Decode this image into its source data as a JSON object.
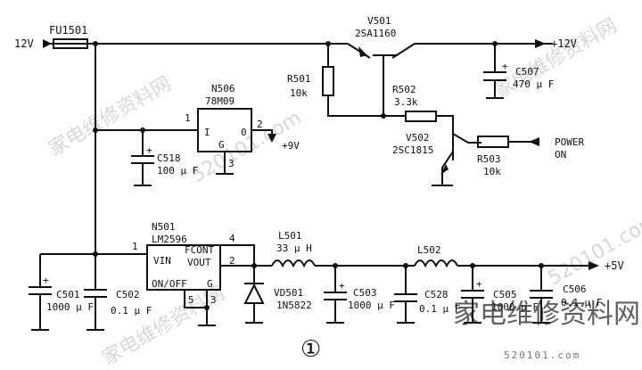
{
  "diagram_number": "①",
  "inputs": {
    "input_12v": "12V",
    "power_on_line1": "POWER",
    "power_on_line2": "ON"
  },
  "outputs": {
    "out_12v": "+12V",
    "out_9v": "+9V",
    "out_5v": "+5V"
  },
  "fuse": {
    "ref": "FU1501"
  },
  "v501": {
    "ref": "V501",
    "part": "2SA1160"
  },
  "v502": {
    "ref": "V502",
    "part": "2SC1815"
  },
  "r501": {
    "ref": "R501",
    "value": "10k"
  },
  "r502": {
    "ref": "R502",
    "value": "3.3k"
  },
  "r503": {
    "ref": "R503",
    "value": "10k"
  },
  "c507": {
    "ref": "C507",
    "value": "470 μ F"
  },
  "n506": {
    "ref": "N506",
    "part": "78M09",
    "pin_in": "1",
    "pin_out": "2",
    "pin_gnd": "3",
    "label_in": "I",
    "label_out": "0",
    "label_gnd": "G"
  },
  "c518": {
    "ref": "C518",
    "value": "100 μ F"
  },
  "n501": {
    "ref": "N501",
    "part": "LM2596",
    "pin_vin": "1",
    "pin_vout": "2",
    "pin_g": "3",
    "pin_fcont": "4",
    "pin_onoff": "5",
    "label_vin": "VIN",
    "label_fcont": "FCONT",
    "label_vout": "VOUT",
    "label_onoff": "ON/OFF",
    "label_g": "G"
  },
  "l501": {
    "ref": "L501",
    "value": "33 μ H"
  },
  "l502": {
    "ref": "L502"
  },
  "vd501": {
    "ref": "VD501",
    "part": "1N5822"
  },
  "c501": {
    "ref": "C501",
    "value": "1000 μ F"
  },
  "c502": {
    "ref": "C502",
    "value": "0.1 μ F"
  },
  "c503": {
    "ref": "C503",
    "value": "1000 μ F"
  },
  "c528": {
    "ref": "C528",
    "value": "0.1 μ F"
  },
  "c505": {
    "ref": "C505",
    "value": "1000 μ F"
  },
  "c506": {
    "ref": "C506",
    "value": "0.1 μ F"
  },
  "watermark": {
    "site_name": "家电维修资料网",
    "url_text": "520101.com"
  }
}
